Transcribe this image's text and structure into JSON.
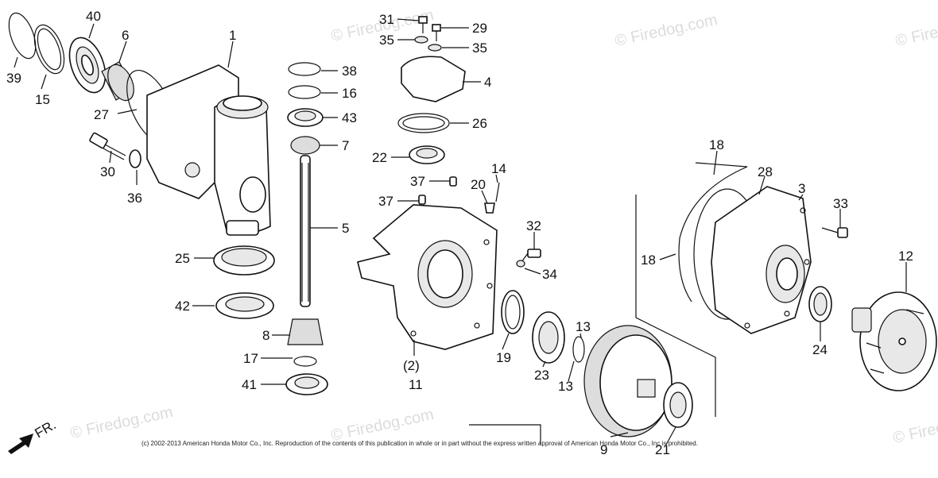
{
  "watermark": {
    "text": "© Firedog.com"
  },
  "copyright": "(c) 2002-2013 American Honda Motor Co., Inc. Reproduction of the contents of this publication in whole or in part without the express written approval of American Honda Motor Co., Inc is prohibited.",
  "direction_label": "FR.",
  "callouts": {
    "p1": "1",
    "p2": "(2)",
    "p3": "3",
    "p4": "4",
    "p5": "5",
    "p6": "6",
    "p7": "7",
    "p8": "8",
    "p9": "9",
    "p11": "11",
    "p12": "12",
    "p13a": "13",
    "p13b": "13",
    "p14": "14",
    "p15": "15",
    "p16": "16",
    "p17": "17",
    "p18a": "18",
    "p18b": "18",
    "p19": "19",
    "p20": "20",
    "p21": "21",
    "p22": "22",
    "p23": "23",
    "p24": "24",
    "p25": "25",
    "p26": "26",
    "p27": "27",
    "p28": "28",
    "p29": "29",
    "p30": "30",
    "p31": "31",
    "p32": "32",
    "p33": "33",
    "p34": "34",
    "p35a": "35",
    "p35b": "35",
    "p36": "36",
    "p37a": "37",
    "p37b": "37",
    "p38": "38",
    "p39": "39",
    "p40": "40",
    "p41": "41",
    "p42": "42",
    "p43": "43"
  }
}
